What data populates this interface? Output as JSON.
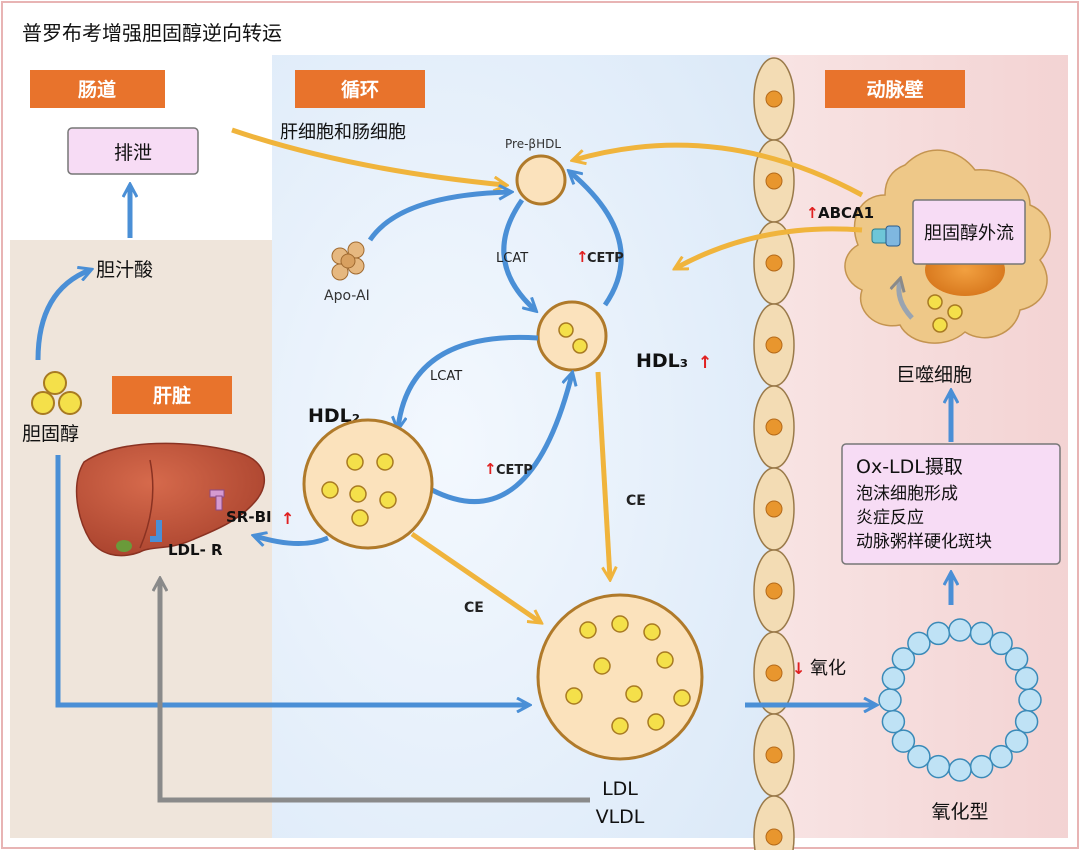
{
  "title": "普罗布考增强胆固醇逆向转运",
  "sections": {
    "intestine": "肠道",
    "circulation": "循环",
    "liver": "肝脏",
    "artery_wall": "动脉壁"
  },
  "labels": {
    "excretion": "排泄",
    "bile_acid": "胆汁酸",
    "cholesterol": "胆固醇",
    "hepatocyte_enterocyte": "肝细胞和肠细胞",
    "pre_beta_hdl": "Pre-βHDL",
    "apo_ai": "Apo-AI",
    "lcat_top": "LCAT",
    "cetp_top": "CETP",
    "hdl3": "HDL₃",
    "lcat_mid": "LCAT",
    "hdl2": "HDL₂",
    "cetp_mid": "CETP",
    "ce_right": "CE",
    "ce_left": "CE",
    "sr_bi": "SR-BI",
    "ldl_r": "LDL- R",
    "ldl": "LDL",
    "vldl": "VLDL",
    "abca1": "ABCA1",
    "cholesterol_efflux": "胆固醇外流",
    "macrophage": "巨噬细胞",
    "oxidation": "氧化",
    "oxidized_type": "氧化型",
    "oxldl_box": {
      "line1": "Ox-LDL摄取",
      "line2": "泡沫细胞形成",
      "line3": "炎症反应",
      "line4": "动脉粥样硬化斑块"
    }
  },
  "colors": {
    "badge_orange": "#e8732c",
    "blue_arrow": "#4a8fd6",
    "yellow_arrow": "#f0b43c",
    "gray_arrow": "#8a8a8a",
    "up_red": "#e02020",
    "particle_fill": "#fbe2bc",
    "particle_stroke": "#b07a2a",
    "dot_yellow": "#f4e04a",
    "pink_box": "#f7dcf5",
    "circulation_bg": "#e6f0fb",
    "liver_bg": "#efe5db",
    "artery_bg": "#f6dede",
    "macrophage_fill": "#eec888",
    "ox_bead": "#bfe2f5"
  },
  "icons": [
    "up-arrow-icon",
    "down-arrow-icon",
    "liver-icon",
    "macrophage-icon",
    "endothelial-cell-icon",
    "receptor-icon"
  ]
}
